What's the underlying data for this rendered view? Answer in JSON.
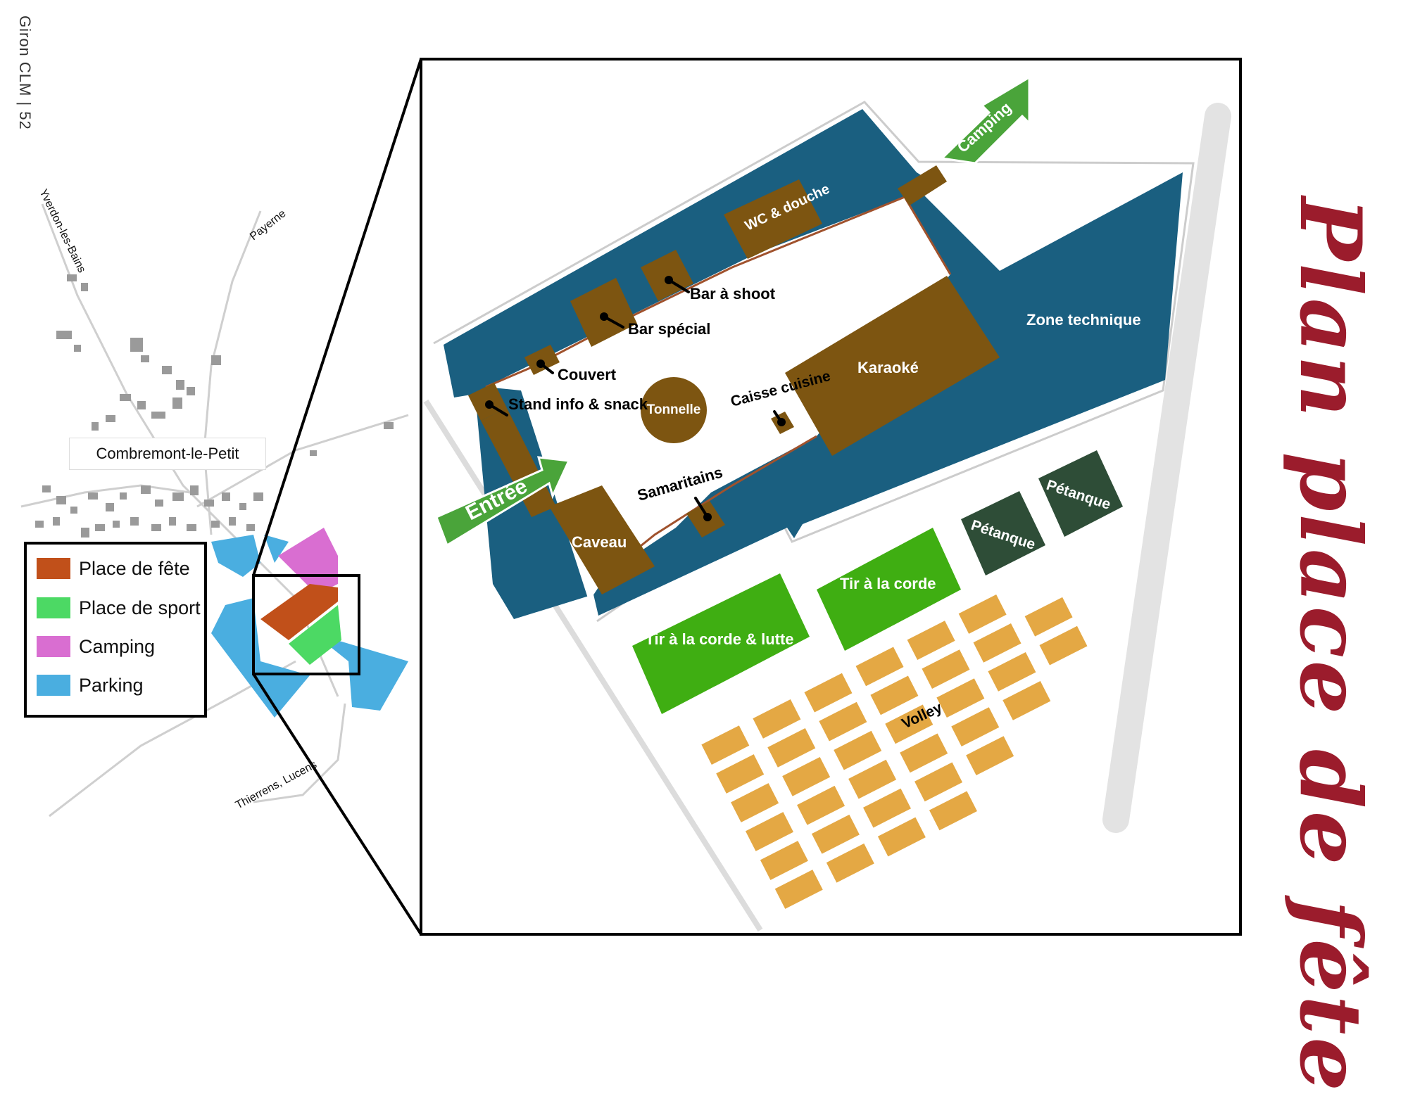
{
  "page_header": "Giron CLM | 52",
  "title": "Plan place de fête",
  "overview": {
    "town_label": "Combremont-le-Petit",
    "road_labels": {
      "yverdon": "Yverdon-les-Bains",
      "payerne": "Payerne",
      "thierrens": "Thierrens, Lucens"
    }
  },
  "legend": [
    {
      "label": "Place de fête",
      "color": "#c1501a"
    },
    {
      "label": "Place de sport",
      "color": "#4cd964"
    },
    {
      "label": "Camping",
      "color": "#d96ed1"
    },
    {
      "label": "Parking",
      "color": "#4aaee0"
    }
  ],
  "plan": {
    "labels": {
      "camping": "Camping",
      "entree": "Entrée",
      "wc": "WC & douche",
      "bar_shoot": "Bar à shoot",
      "bar_special": "Bar spécial",
      "couvert": "Couvert",
      "stand_info": "Stand info & snack",
      "tonnelle": "Tonnelle",
      "caisse": "Caisse cuisine",
      "karaoke": "Karaoké",
      "zone_technique": "Zone technique",
      "samaritains": "Samaritains",
      "caveau": "Caveau",
      "petanque1": "Pétanque",
      "petanque2": "Pétanque",
      "tir_corde": "Tir à la corde",
      "tir_corde_lutte": "Tir à la corde & lutte",
      "volley": "Volley"
    },
    "colors": {
      "blue": "#1a5f80",
      "brown": "#7d5511",
      "green": "#3fae12",
      "dark_green": "#2e4d37",
      "court": "#e4a844",
      "arrow_green": "#4aa43a"
    }
  }
}
